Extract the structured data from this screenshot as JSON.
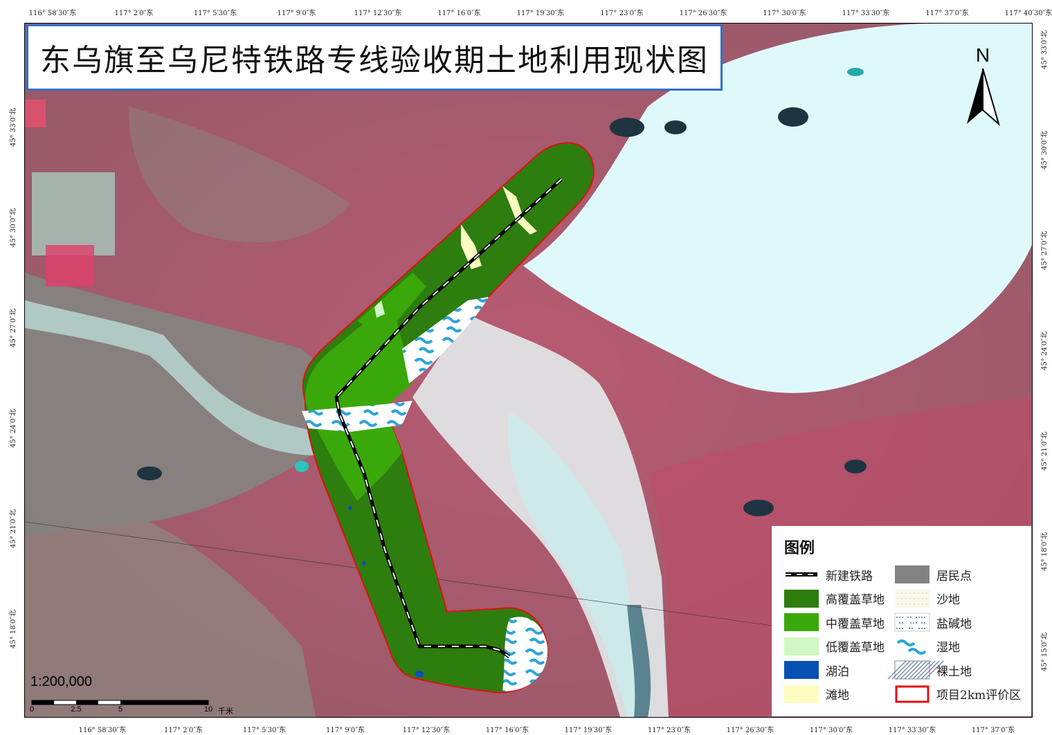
{
  "title": "东乌旗至乌尼特铁路专线验收期土地利用现状图",
  "north_label": "N",
  "scale": {
    "ratio": "1:200,000",
    "ticks": [
      "0",
      "2.5",
      "5",
      "10"
    ],
    "unit": "千米"
  },
  "coordinates": {
    "top": [
      "116° 58′30″东",
      "117° 2′0″东",
      "117° 5′30″东",
      "117° 9′0″东",
      "117° 12′30″东",
      "117° 16′0″东",
      "117° 19′30″东",
      "117° 23′0″东",
      "117° 26′30″东",
      "117° 30′0″东",
      "117° 33′30″东",
      "117° 37′0″东",
      "117° 40′30″东"
    ],
    "bottom": [
      "116° 58′30″东",
      "117° 2′0″东",
      "117° 5′30″东",
      "117° 9′0″东",
      "117° 12′30″东",
      "117° 16′0″东",
      "117° 19′30″东",
      "117° 23′0″东",
      "117° 26′30″东",
      "117° 30′0″东",
      "117° 33′30″东",
      "117° 37′0″东"
    ],
    "left": [
      "45° 33′0″北",
      "45° 30′0″北",
      "45° 27′0″北",
      "45° 24′0″北",
      "45° 21′0″北",
      "45° 18′0″北"
    ],
    "right": [
      "45° 33′0″北",
      "45° 30′0″北",
      "45° 27′0″北",
      "45° 24′0″北",
      "45° 21′0″北",
      "45° 18′0″北",
      "45° 15′0″北"
    ]
  },
  "legend": {
    "title": "图例",
    "items": [
      {
        "label": "新建铁路",
        "swatch": "railway",
        "color": "#000000"
      },
      {
        "label": "居民点",
        "swatch": "fill",
        "color": "#828282"
      },
      {
        "label": "高覆盖草地",
        "swatch": "fill",
        "color": "#2e7d0f"
      },
      {
        "label": "沙地",
        "swatch": "dots",
        "color": "#fbf7ea"
      },
      {
        "label": "中覆盖草地",
        "swatch": "fill",
        "color": "#3aa80a"
      },
      {
        "label": "盐碱地",
        "swatch": "saline",
        "color": "#3a6ed0"
      },
      {
        "label": "低覆盖草地",
        "swatch": "fill",
        "color": "#d1f7c4"
      },
      {
        "label": "湿地",
        "swatch": "wetland",
        "color": "#2ea4d8"
      },
      {
        "label": "湖泊",
        "swatch": "fill",
        "color": "#0650b4"
      },
      {
        "label": "裸土地",
        "swatch": "hatch",
        "color": "#7a8aa0"
      },
      {
        "label": "滩地",
        "swatch": "fill",
        "color": "#fdfdc2"
      },
      {
        "label": "项目2km评价区",
        "swatch": "outline",
        "color": "#e01010"
      }
    ]
  },
  "colors": {
    "terrain_red": "#a9566a",
    "terrain_grey": "#7d8e84",
    "salt_lake": "#dff9fb",
    "corridor_outline": "#e01010",
    "title_border": "#2d6fce"
  }
}
